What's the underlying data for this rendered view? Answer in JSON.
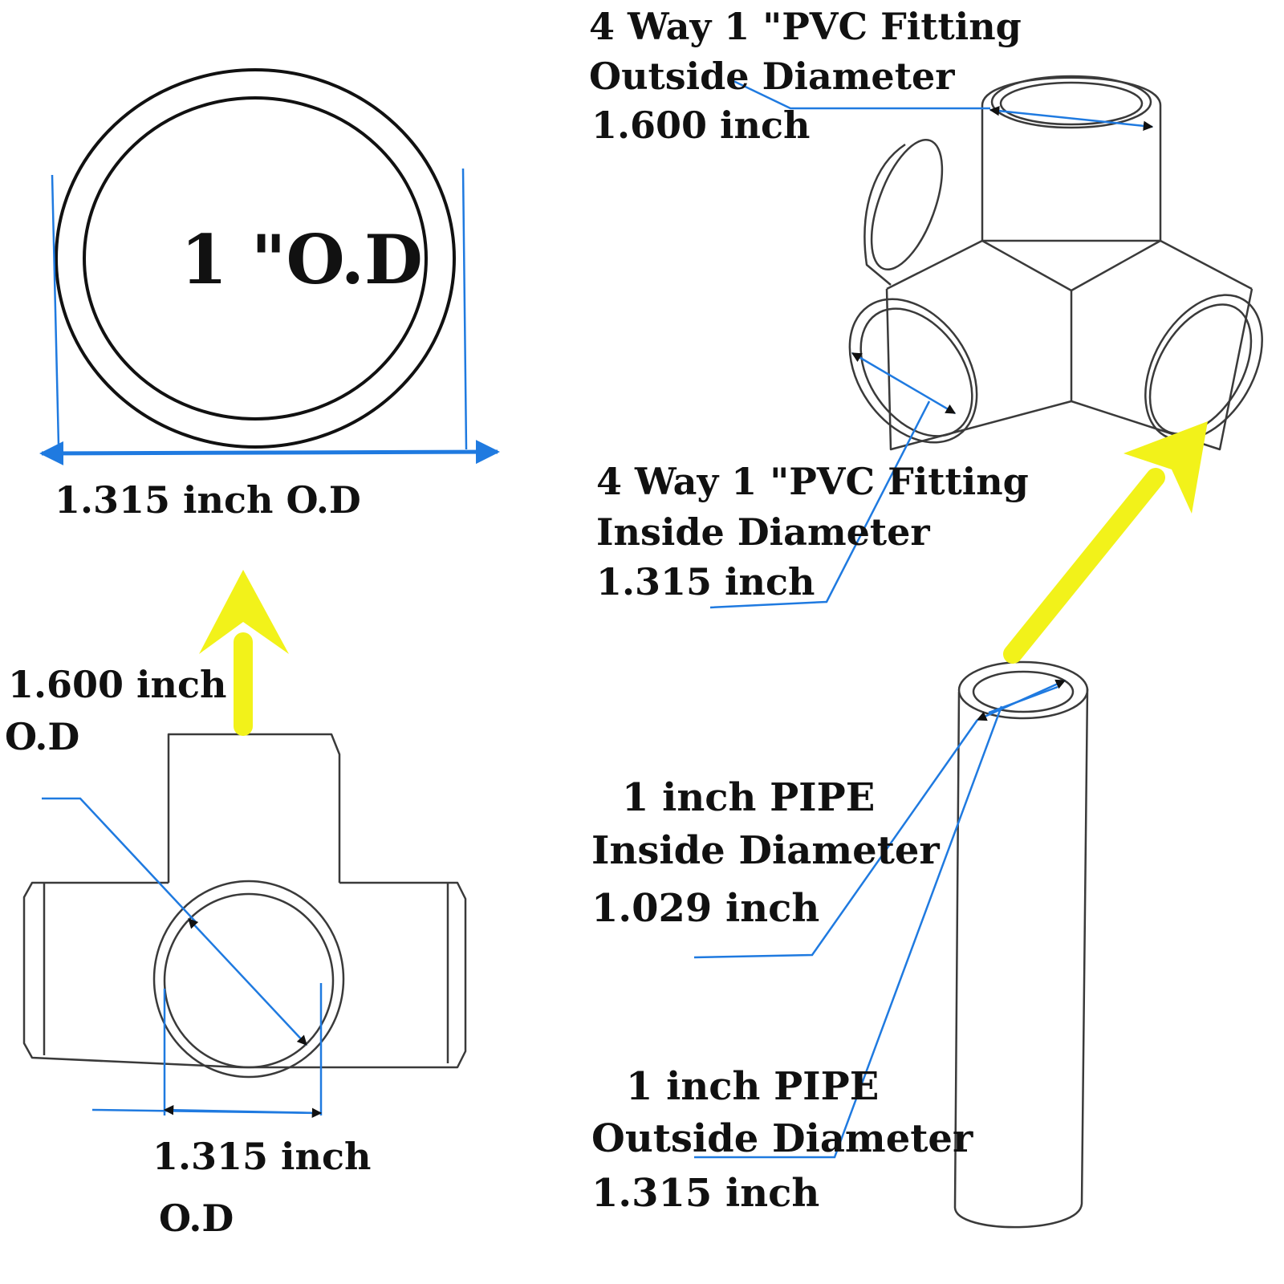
{
  "top_left": {
    "center_label": "1 \"O.D",
    "dimension_label": "1.315 inch  O.D"
  },
  "bottom_left": {
    "top_label_value": "1.600 inch",
    "top_label_unit": "O.D",
    "bottom_label_value": "1.315  inch",
    "bottom_label_unit": "O.D"
  },
  "fitting_outside": {
    "line1": "4 Way  1  \"PVC Fitting",
    "line2": "Outside Diameter",
    "line3": "1.600 inch"
  },
  "fitting_inside": {
    "line1": "4 Way  1  \"PVC Fitting",
    "line2": "Inside Diameter",
    "line3": "1.315 inch"
  },
  "pipe_inside": {
    "line1": "1  inch PIPE",
    "line2": "Inside Diameter",
    "line3": "1.029  inch"
  },
  "pipe_outside": {
    "line1": "1  inch PIPE",
    "line2": "Outside Diameter",
    "line3": "1.315  inch"
  },
  "colors": {
    "dimension_lines": "#1f7ae0",
    "direction_arrows": "#f2f21a",
    "outline": "#3a3a3a",
    "text": "#111111"
  }
}
